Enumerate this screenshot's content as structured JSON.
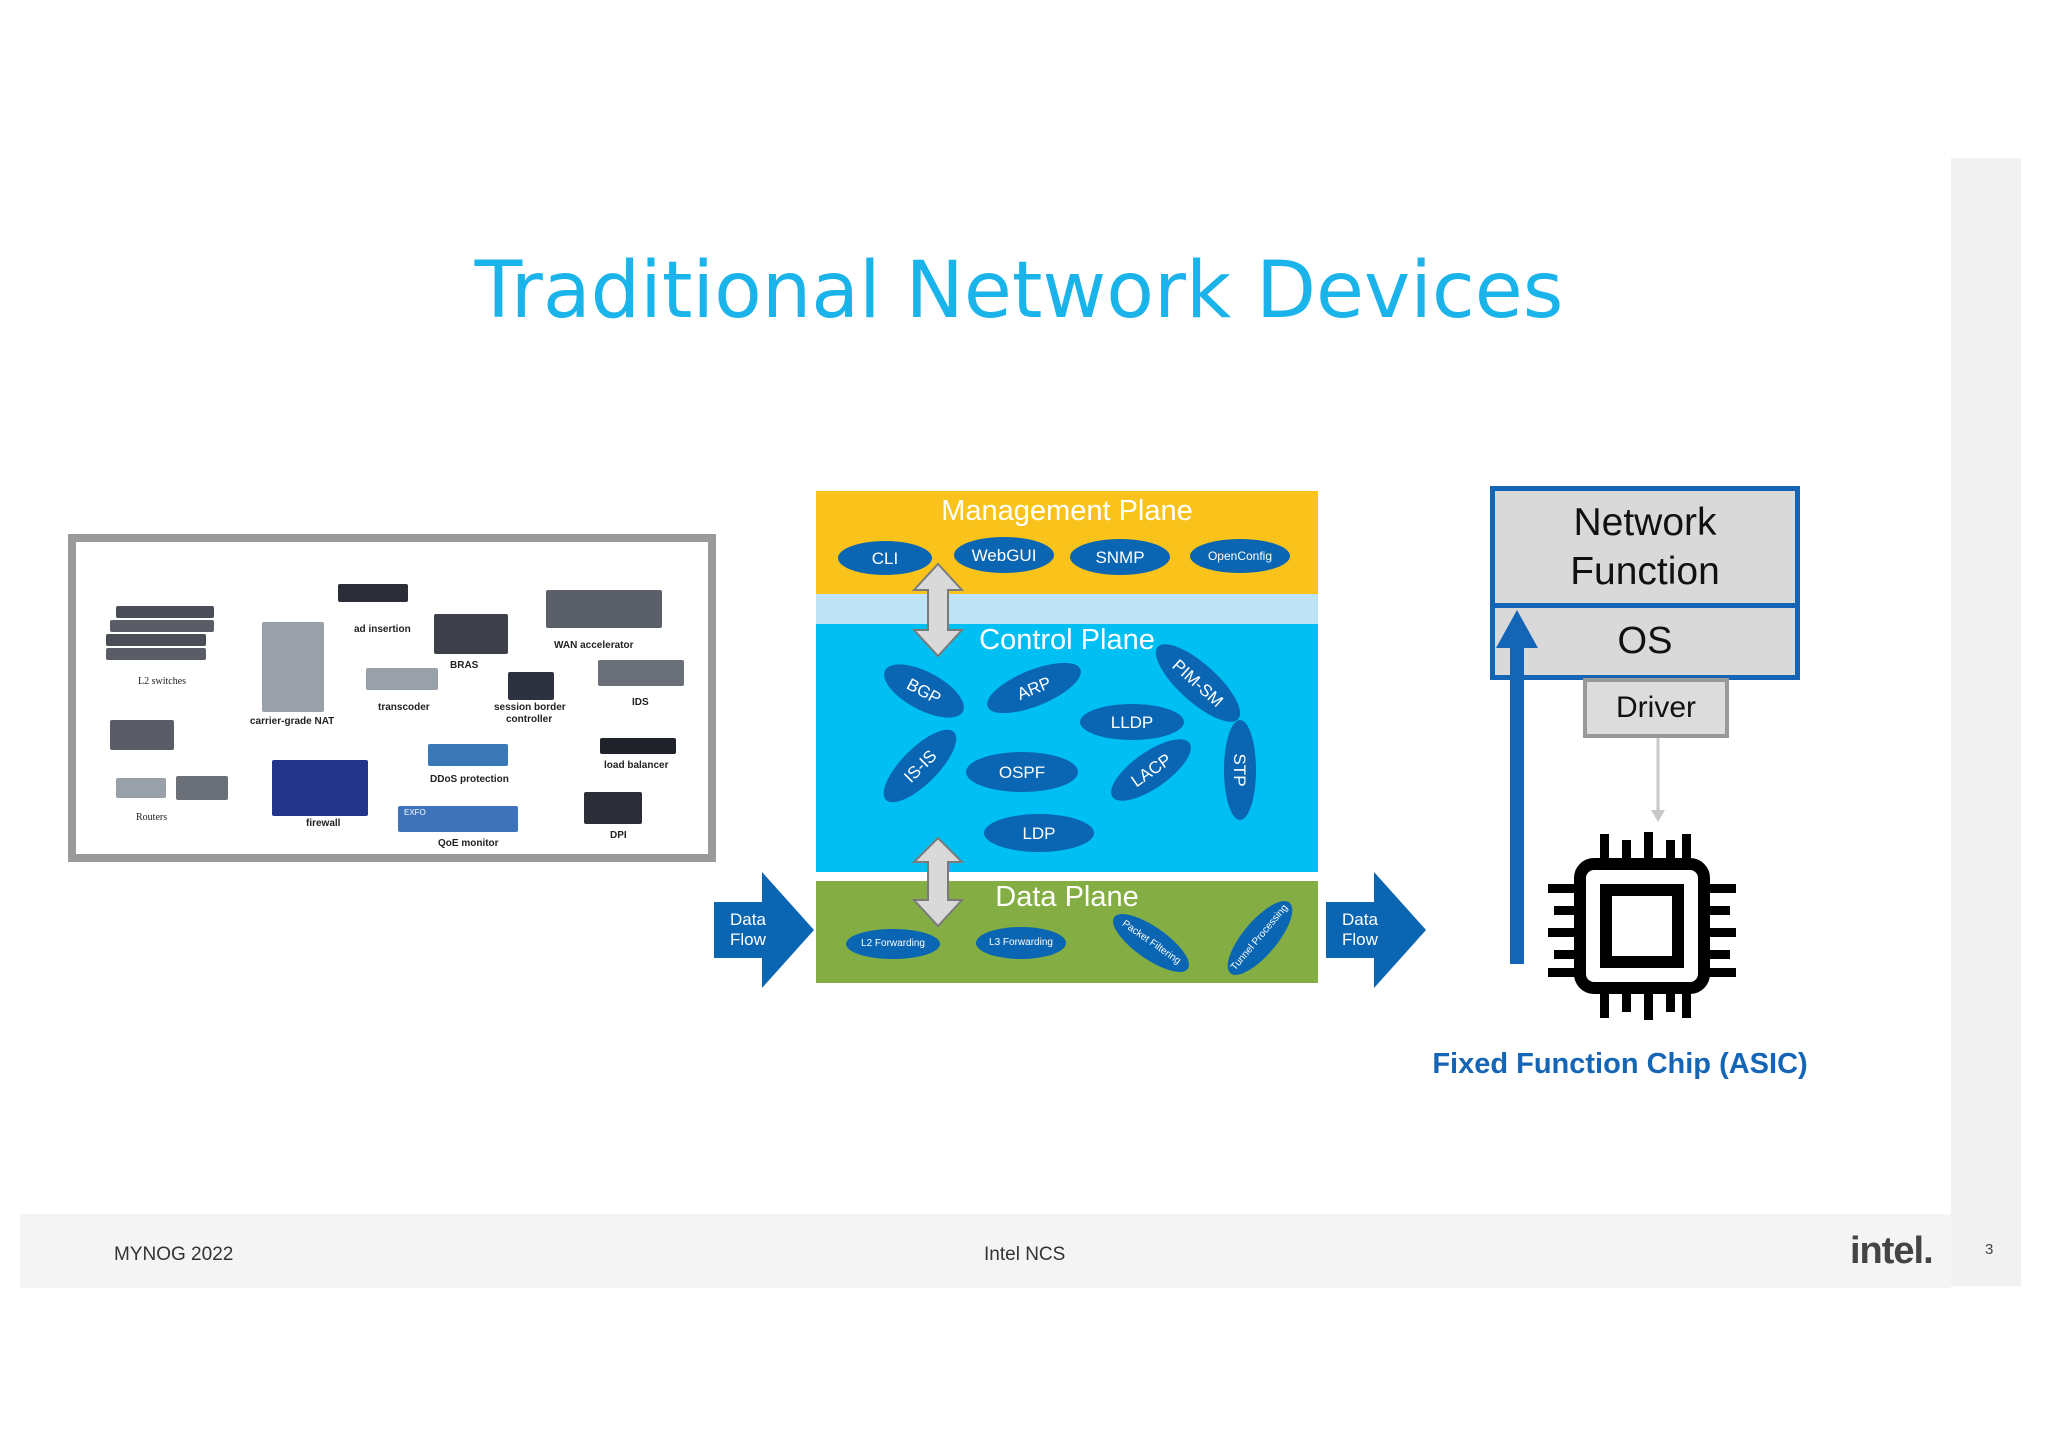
{
  "slide": {
    "title": "Traditional Network Devices",
    "footer_left": "MYNOG 2022",
    "footer_center": "Intel NCS",
    "footer_logo": "intel.",
    "page_number": "3"
  },
  "devices": {
    "labels": {
      "l2_switches": "L2 switches",
      "carrier_grade_nat": "carrier-grade NAT",
      "ad_insertion": "ad insertion",
      "bras": "BRAS",
      "wan_accelerator": "WAN accelerator",
      "transcoder": "transcoder",
      "session_border_controller_1": "session border",
      "session_border_controller_2": "controller",
      "ids": "IDS",
      "routers": "Routers",
      "firewall": "firewall",
      "ddos_protection": "DDoS protection",
      "load_balancer": "load balancer",
      "qoe_monitor": "QoE monitor",
      "dpi": "DPI",
      "exfo": "EXFO"
    }
  },
  "planes": {
    "management": {
      "title": "Management Plane",
      "protocols": [
        "CLI",
        "WebGUI",
        "SNMP",
        "OpenConfig"
      ]
    },
    "control": {
      "title": "Control Plane",
      "protocols": [
        "BGP",
        "ARP",
        "PIM-SM",
        "LLDP",
        "IS-IS",
        "OSPF",
        "LACP",
        "STP",
        "LDP"
      ]
    },
    "data": {
      "title": "Data Plane",
      "protocols": [
        "L2 Forwarding",
        "L3 Forwarding",
        "Packet Filtering",
        "Tunnel Processing"
      ]
    }
  },
  "flow_arrows": {
    "left": "Data Flow",
    "right": "Data Flow"
  },
  "stack": {
    "network_function": "Network Function",
    "os": "OS",
    "driver": "Driver",
    "chip_label": "Fixed Function Chip (ASIC)"
  },
  "colors": {
    "title": "#1ab4ea",
    "management_plane": "#f9c31c",
    "control_plane": "#00bff3",
    "data_plane": "#84ad44",
    "protocol_oval": "#0a65b3",
    "accent_blue": "#1565b7"
  },
  "icons": {
    "chip": "cpu-chip-icon",
    "double_arrow": "double-arrow-icon",
    "flow_arrow": "right-arrow-icon"
  }
}
